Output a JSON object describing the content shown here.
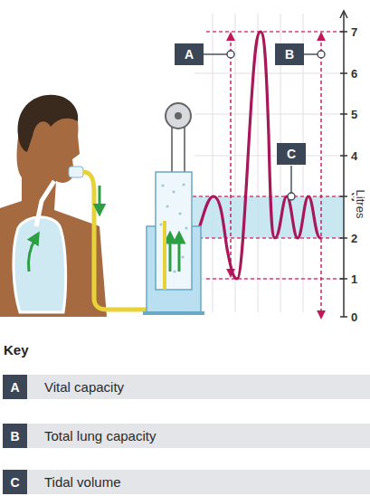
{
  "diagram": {
    "nodes": [
      {
        "text": [
          "A"
        ]
      },
      {
        "text": [
          "B"
        ]
      },
      {
        "text": [
          "C"
        ]
      }
    ],
    "labels": [
      "7",
      "6",
      "5",
      "4",
      "3",
      "2",
      "1",
      "0",
      "Litres",
      "Key",
      "A",
      "B",
      "C"
    ],
    "legend": [
      {
        "text": "Vital capacity",
        "color": "#3b4757"
      },
      {
        "text": "Total lung capacity",
        "color": "#3b4757"
      },
      {
        "text": "Tidal volume",
        "color": "#3b4757"
      }
    ]
  }
}
